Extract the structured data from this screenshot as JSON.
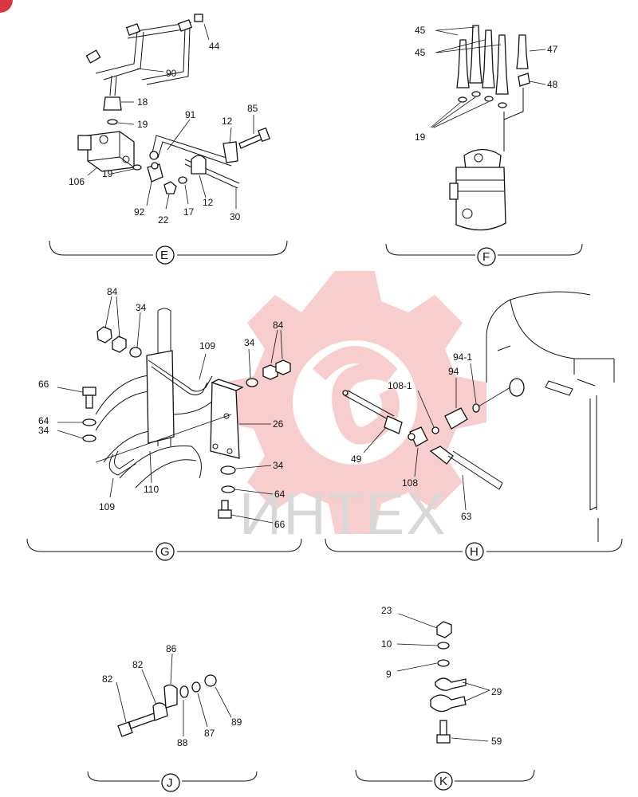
{
  "watermark": {
    "text": "ИНТЕХ",
    "color": "#f4a6a6"
  },
  "corner_badge": {
    "color": "#d9363e"
  },
  "sections": [
    {
      "id": "E",
      "label": "E"
    },
    {
      "id": "F",
      "label": "F"
    },
    {
      "id": "G",
      "label": "G"
    },
    {
      "id": "H",
      "label": "H"
    },
    {
      "id": "J",
      "label": "J"
    },
    {
      "id": "K",
      "label": "K"
    }
  ],
  "callouts": {
    "E": [
      "44",
      "90",
      "18",
      "19",
      "91",
      "12",
      "85",
      "106",
      "19",
      "92",
      "22",
      "17",
      "12",
      "30"
    ],
    "F": [
      "45",
      "45",
      "19",
      "47",
      "48"
    ],
    "G": [
      "84",
      "34",
      "109",
      "34",
      "84",
      "66",
      "64",
      "34",
      "26",
      "34",
      "64",
      "66",
      "109",
      "110"
    ],
    "H": [
      "94-1",
      "94",
      "108-1",
      "49",
      "108",
      "63"
    ],
    "J": [
      "82",
      "82",
      "86",
      "88",
      "87",
      "89"
    ],
    "K": [
      "23",
      "10",
      "9",
      "29",
      "59"
    ]
  }
}
